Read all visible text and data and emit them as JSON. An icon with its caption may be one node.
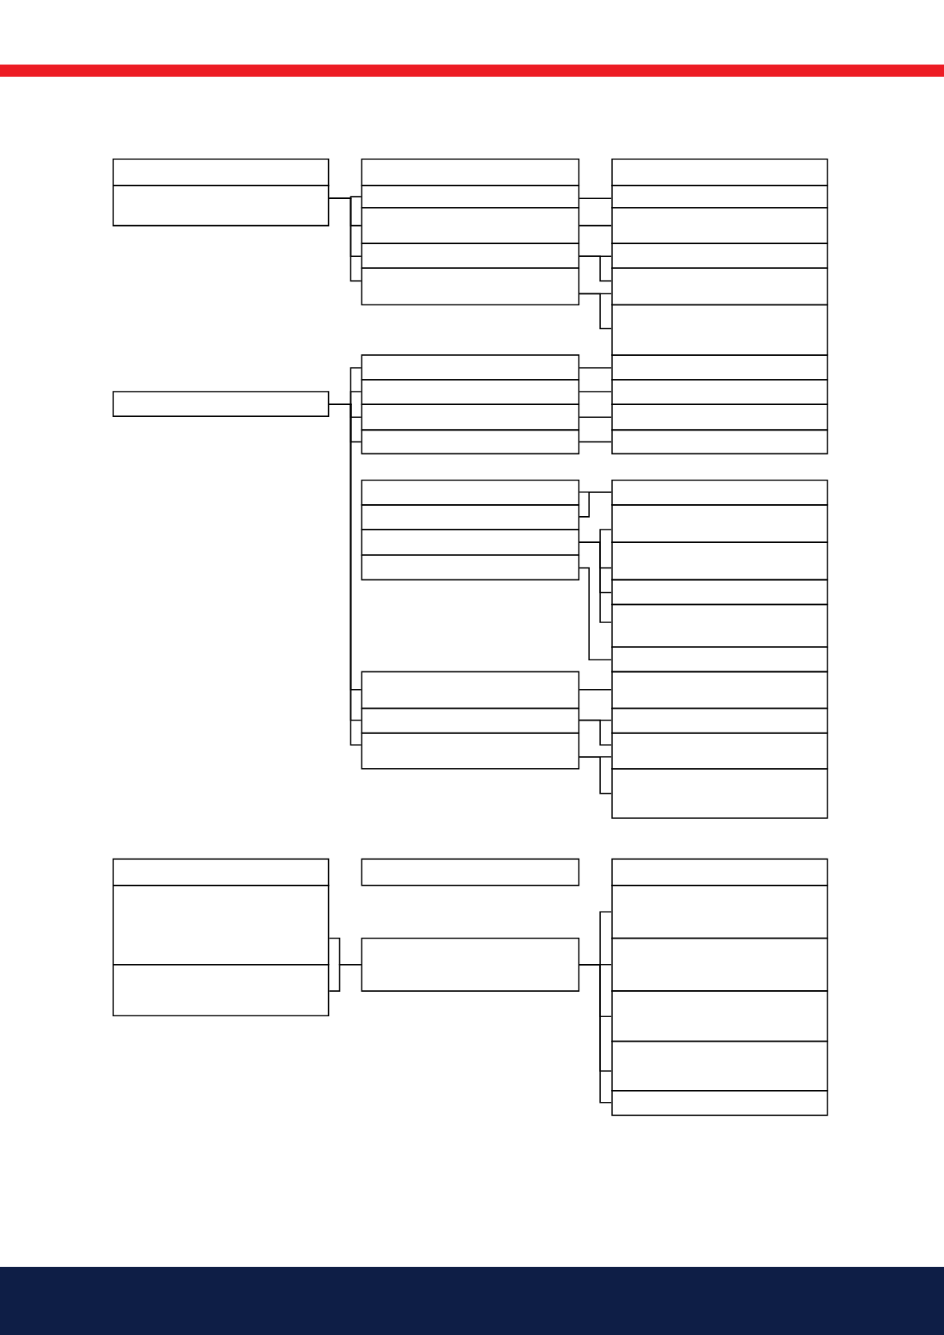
{
  "diagram": {
    "nodes": [
      {
        "text": [],
        "shape": "box"
      },
      {
        "text": [],
        "shape": "box"
      },
      {
        "text": [],
        "shape": "box"
      },
      {
        "text": [],
        "shape": "box"
      },
      {
        "text": [],
        "shape": "box"
      },
      {
        "text": [],
        "shape": "box"
      },
      {
        "text": [],
        "shape": "box"
      },
      {
        "text": [],
        "shape": "box"
      },
      {
        "text": [],
        "shape": "box"
      },
      {
        "text": [],
        "shape": "box"
      },
      {
        "text": [],
        "shape": "box"
      },
      {
        "text": [],
        "shape": "box"
      },
      {
        "text": [],
        "shape": "box"
      },
      {
        "text": [],
        "shape": "box"
      },
      {
        "text": [],
        "shape": "box"
      },
      {
        "text": [],
        "shape": "box"
      },
      {
        "text": [],
        "shape": "box"
      },
      {
        "text": [],
        "shape": "box"
      },
      {
        "text": [],
        "shape": "box"
      },
      {
        "text": [],
        "shape": "box"
      },
      {
        "text": [],
        "shape": "box"
      },
      {
        "text": [],
        "shape": "box"
      },
      {
        "text": [],
        "shape": "box"
      },
      {
        "text": [],
        "shape": "box"
      },
      {
        "text": [],
        "shape": "box"
      },
      {
        "text": [],
        "shape": "box"
      },
      {
        "text": [],
        "shape": "box"
      },
      {
        "text": [],
        "shape": "box"
      },
      {
        "text": [],
        "shape": "box"
      },
      {
        "text": [],
        "shape": "box"
      },
      {
        "text": [],
        "shape": "box"
      },
      {
        "text": [],
        "shape": "box"
      },
      {
        "text": [],
        "shape": "box"
      },
      {
        "text": [],
        "shape": "box"
      },
      {
        "text": [],
        "shape": "box"
      },
      {
        "text": [],
        "shape": "box"
      },
      {
        "text": [],
        "shape": "box"
      },
      {
        "text": [],
        "shape": "box"
      },
      {
        "text": [],
        "shape": "box"
      },
      {
        "text": [],
        "shape": "box"
      },
      {
        "text": [],
        "shape": "box"
      },
      {
        "text": [],
        "shape": "box"
      },
      {
        "text": [],
        "shape": "box"
      },
      {
        "text": [],
        "shape": "box"
      },
      {
        "text": [],
        "shape": "box"
      },
      {
        "text": [],
        "shape": "box"
      },
      {
        "text": [],
        "shape": "box"
      },
      {
        "text": [],
        "shape": "box"
      },
      {
        "text": [],
        "shape": "box"
      },
      {
        "text": [],
        "shape": "box"
      }
    ],
    "edges": [
      {
        "from": 1,
        "to": 7,
        "arrow": "none"
      },
      {
        "from": 1,
        "to": 8,
        "arrow": "none"
      },
      {
        "from": 1,
        "to": 9,
        "arrow": "none"
      },
      {
        "from": 1,
        "to": 10,
        "arrow": "none"
      },
      {
        "from": 7,
        "to": 25,
        "arrow": "none"
      },
      {
        "from": 8,
        "to": 26,
        "arrow": "none"
      },
      {
        "from": 9,
        "to": 27,
        "arrow": "none"
      },
      {
        "from": 9,
        "to": 28,
        "arrow": "none"
      },
      {
        "from": 10,
        "to": 28,
        "arrow": "none"
      },
      {
        "from": 10,
        "to": 29,
        "arrow": "none"
      },
      {
        "from": 2,
        "to": 11,
        "arrow": "none"
      },
      {
        "from": 2,
        "to": 12,
        "arrow": "none"
      },
      {
        "from": 2,
        "to": 13,
        "arrow": "none"
      },
      {
        "from": 2,
        "to": 14,
        "arrow": "none"
      },
      {
        "from": 2,
        "to": 19,
        "arrow": "none"
      },
      {
        "from": 2,
        "to": 20,
        "arrow": "none"
      },
      {
        "from": 2,
        "to": 21,
        "arrow": "none"
      },
      {
        "from": 11,
        "to": 30,
        "arrow": "none"
      },
      {
        "from": 12,
        "to": 31,
        "arrow": "none"
      },
      {
        "from": 13,
        "to": 32,
        "arrow": "none"
      },
      {
        "from": 14,
        "to": 33,
        "arrow": "none"
      },
      {
        "from": 15,
        "to": 34,
        "arrow": "none"
      },
      {
        "from": 16,
        "to": 34,
        "arrow": "none"
      },
      {
        "from": 17,
        "to": 35,
        "arrow": "none"
      },
      {
        "from": 17,
        "to": 36,
        "arrow": "none"
      },
      {
        "from": 17,
        "to": 37,
        "arrow": "none"
      },
      {
        "from": 17,
        "to": 38,
        "arrow": "none"
      },
      {
        "from": 18,
        "to": 39,
        "arrow": "none"
      },
      {
        "from": 19,
        "to": 40,
        "arrow": "none"
      },
      {
        "from": 20,
        "to": 41,
        "arrow": "none"
      },
      {
        "from": 20,
        "to": 42,
        "arrow": "none"
      },
      {
        "from": 21,
        "to": 42,
        "arrow": "none"
      },
      {
        "from": 21,
        "to": 43,
        "arrow": "none"
      },
      {
        "from": 4,
        "to": 23,
        "arrow": "none"
      },
      {
        "from": 5,
        "to": 23,
        "arrow": "none"
      },
      {
        "from": 23,
        "to": 45,
        "arrow": "none"
      },
      {
        "from": 23,
        "to": 46,
        "arrow": "none"
      },
      {
        "from": 23,
        "to": 47,
        "arrow": "none"
      },
      {
        "from": 23,
        "to": 48,
        "arrow": "none"
      },
      {
        "from": 23,
        "to": 49,
        "arrow": "none"
      }
    ]
  }
}
